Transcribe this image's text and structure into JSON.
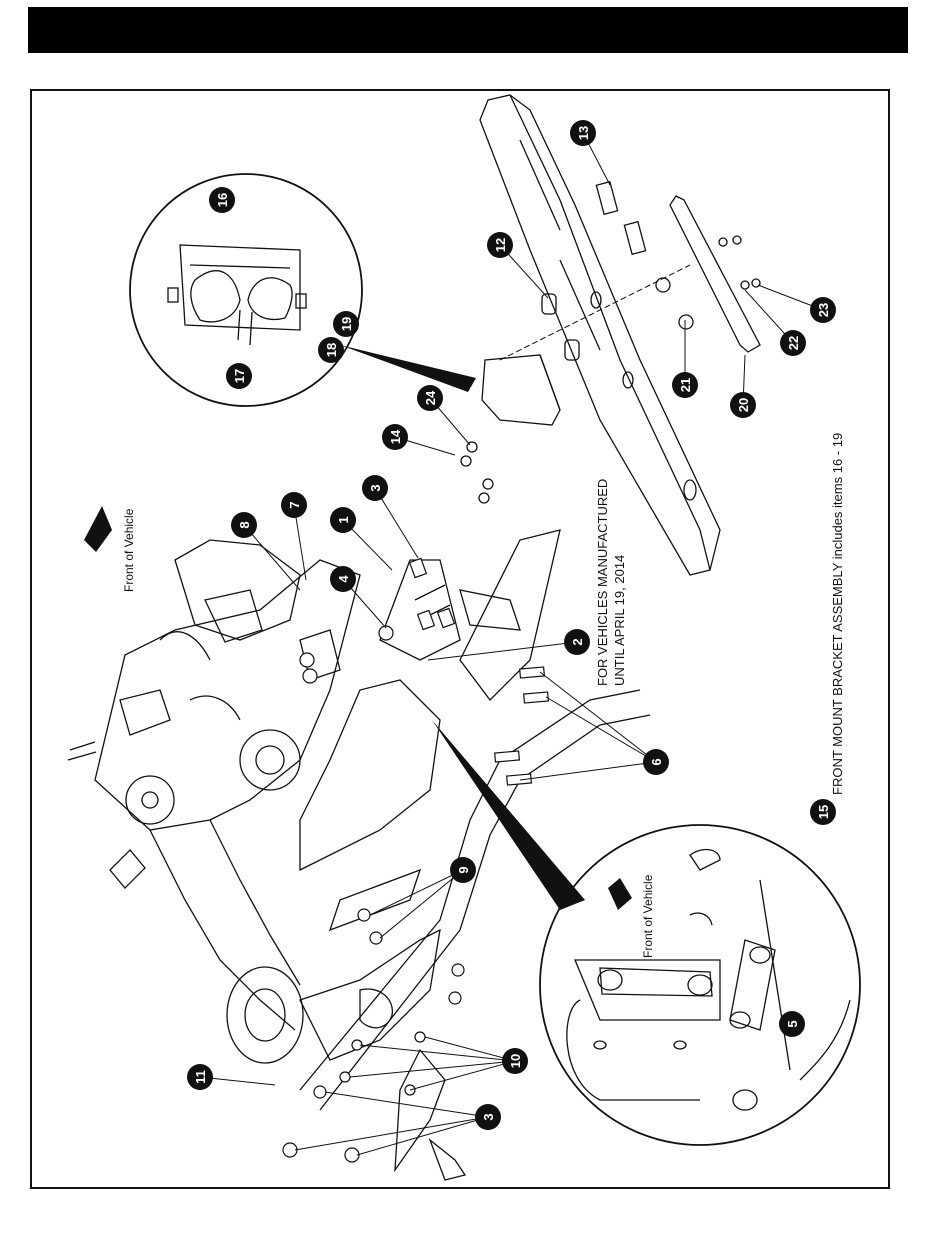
{
  "callouts": {
    "c1": "1",
    "c2": "2",
    "c3a": "3",
    "c3b": "3",
    "c4": "4",
    "c5": "5",
    "c6": "6",
    "c7": "7",
    "c8": "8",
    "c9": "9",
    "c10": "10",
    "c11": "11",
    "c12": "12",
    "c13": "13",
    "c14": "14",
    "c15": "15",
    "c16": "16",
    "c17": "17",
    "c18": "18",
    "c19": "19",
    "c20": "20",
    "c21": "21",
    "c22": "22",
    "c23": "23",
    "c24": "24"
  },
  "labels": {
    "front_of_vehicle_top": "Front of Vehicle",
    "front_of_vehicle_inset": "Front of Vehicle",
    "manufactured_line1": "FOR VEHICLES MANUFACTURED",
    "manufactured_line2": "UNTIL APRIL 19, 2014",
    "assembly_note": "FRONT MOUNT BRACKET ASSEMBLY includes items 16 - 19"
  },
  "colors": {
    "ink": "#111111",
    "header": "#000000",
    "background": "#ffffff"
  }
}
